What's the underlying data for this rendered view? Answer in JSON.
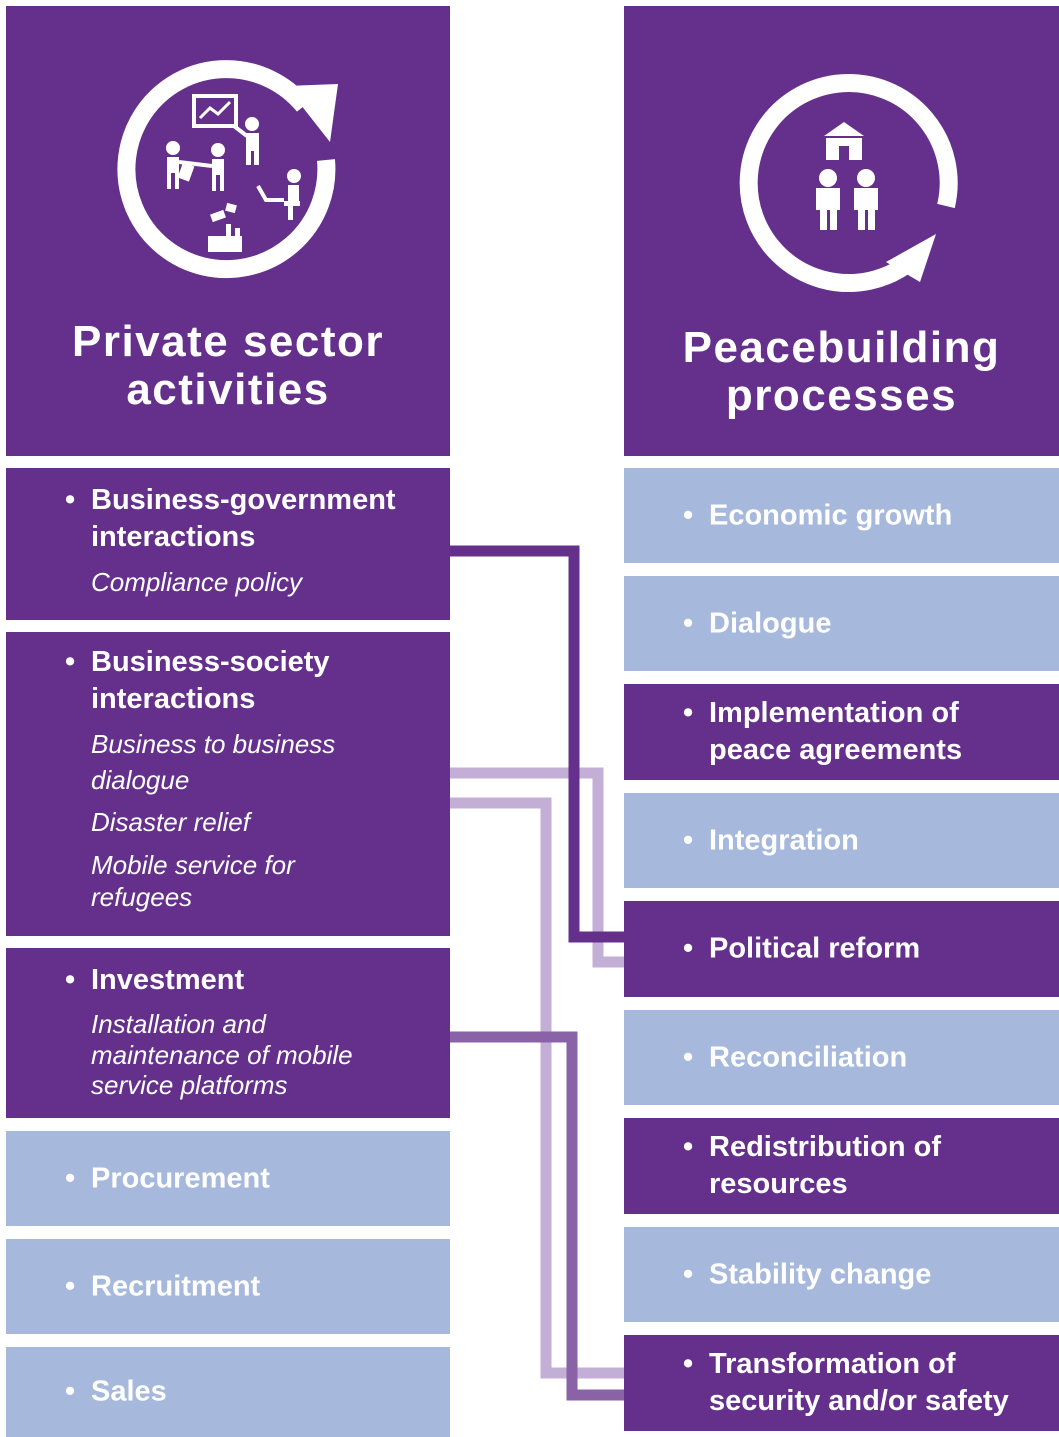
{
  "left": {
    "title_lines": [
      "Private sector",
      "activities"
    ],
    "icon": "business-activities-cycle-icon",
    "items": [
      {
        "label_lines": [
          "Business-government",
          "interactions"
        ],
        "examples": [
          "Compliance policy"
        ],
        "style": "dark"
      },
      {
        "label_lines": [
          "Business-society",
          "interactions"
        ],
        "examples": [
          "Business to business",
          "dialogue",
          "Disaster relief",
          "Mobile service for",
          "refugees"
        ],
        "style": "dark"
      },
      {
        "label_lines": [
          "Investment"
        ],
        "examples": [
          "Installation and",
          "maintenance of mobile",
          "service platforms"
        ],
        "style": "dark"
      },
      {
        "label_lines": [
          "Procurement"
        ],
        "style": "light"
      },
      {
        "label_lines": [
          "Recruitment"
        ],
        "style": "light"
      },
      {
        "label_lines": [
          "Sales"
        ],
        "style": "light"
      }
    ]
  },
  "right": {
    "title_lines": [
      "Peacebuilding",
      "processes"
    ],
    "icon": "community-house-cycle-icon",
    "items": [
      {
        "label_lines": [
          "Economic growth"
        ],
        "style": "light"
      },
      {
        "label_lines": [
          "Dialogue"
        ],
        "style": "light"
      },
      {
        "label_lines": [
          "Implementation of",
          "peace agreements"
        ],
        "style": "dark"
      },
      {
        "label_lines": [
          "Integration"
        ],
        "style": "light"
      },
      {
        "label_lines": [
          "Political reform"
        ],
        "style": "dark"
      },
      {
        "label_lines": [
          "Reconciliation"
        ],
        "style": "light"
      },
      {
        "label_lines": [
          "Redistribution of",
          "resources"
        ],
        "style": "dark"
      },
      {
        "label_lines": [
          "Stability change"
        ],
        "style": "light"
      },
      {
        "label_lines": [
          "Transformation of",
          "security and/or safety"
        ],
        "style": "dark"
      }
    ]
  },
  "colors": {
    "dark_purple": "#64308c",
    "light_blue": "#a6b8dc",
    "connector_dark": "#64308c",
    "connector_mid": "#8a62a8",
    "connector_light": "#c3aed6"
  },
  "connections": [
    {
      "from": "Business-government interactions",
      "to": "Political reform"
    },
    {
      "from": "Business-society interactions",
      "to": "Political reform"
    },
    {
      "from": "Business-society interactions",
      "to": "Transformation of security and/or safety"
    },
    {
      "from": "Investment",
      "to": "Transformation of security and/or safety"
    }
  ]
}
